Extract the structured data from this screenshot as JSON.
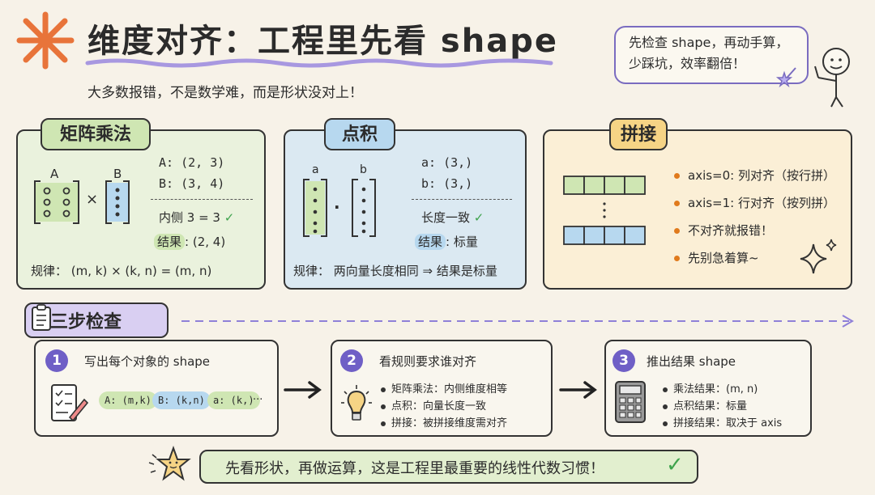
{
  "header": {
    "title": "维度对齐：工程里先看 shape",
    "subtitle": "大多数报错，不是数学难，而是形状没对上！",
    "bubble_line1": "先检查 shape，再动手算，",
    "bubble_line2": "少踩坑，效率翻倍！"
  },
  "matrix": {
    "tag": "矩阵乘法",
    "label_a": "A",
    "label_b": "B",
    "times": "×",
    "shape_a": "A: (2, 3)",
    "shape_b": "B: (3, 4)",
    "inner": "内侧 3 = 3",
    "result_label": "结果",
    "result_value": ": (2, 4)",
    "rule": "规律：  (m, k) × (k, n) = (m, n)"
  },
  "dot": {
    "tag": "点积",
    "label_a": "a",
    "label_b": "b",
    "dot": "·",
    "shape_a": "a: (3,)",
    "shape_b": "b: (3,)",
    "same_length": "长度一致",
    "result_label": "结果",
    "result_value": ": 标量",
    "rule": "规律：  两向量长度相同 ⇒ 结果是标量"
  },
  "concat": {
    "tag": "拼接",
    "items": [
      "axis=0: 列对齐（按行拼）",
      "axis=1: 行对齐（按列拼）",
      "不对齐就报错！",
      "先别急着算~"
    ],
    "bullet_color": "#e07a1c"
  },
  "steps": {
    "title": "三步检查",
    "step1": {
      "num": "1",
      "title": "写出每个对象的 shape",
      "pills": [
        "A: (m,k)",
        "B: (k,n)",
        "a: (k,)"
      ],
      "ellipsis": "···"
    },
    "step2": {
      "num": "2",
      "title": "看规则要求谁对齐",
      "items": [
        "矩阵乘法：内侧维度相等",
        "点积：向量长度一致",
        "拼接：被拼接维度需对齐"
      ]
    },
    "step3": {
      "num": "3",
      "title": "推出结果 shape",
      "items": [
        "乘法结果：(m, n)",
        "点积结果：标量",
        "拼接结果：取决于 axis"
      ]
    }
  },
  "footer": {
    "text": "先看形状，再做运算，这是工程里最重要的线性代数习惯！",
    "check": "✓"
  },
  "colors": {
    "accent_purple": "#6f5fc6",
    "green_panel": "#eaf2dd",
    "blue_panel": "#dbe9f2",
    "orange_panel": "#fbefd6"
  }
}
